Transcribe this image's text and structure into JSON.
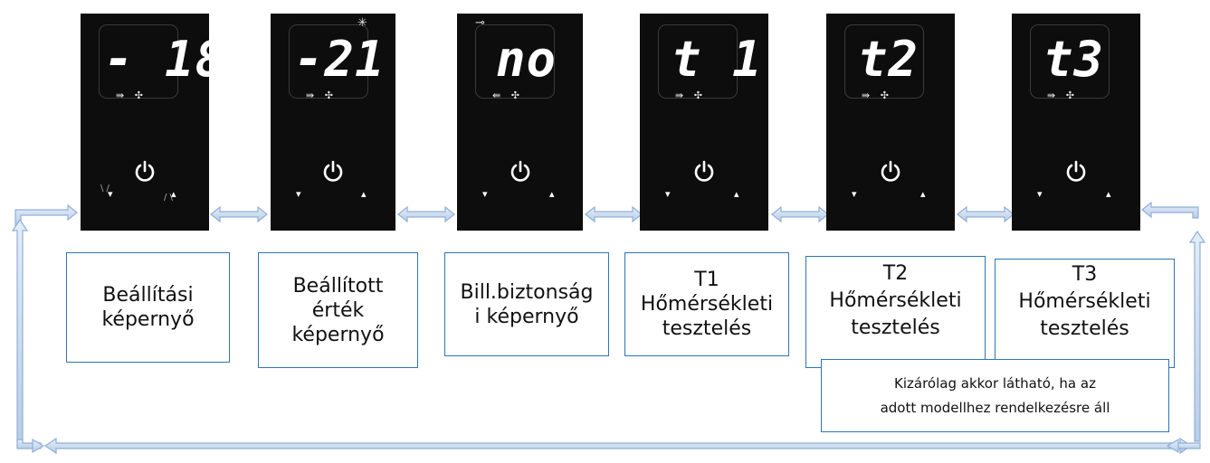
{
  "screens": [
    {
      "display": "- 18",
      "indicators": "⇛ ✣",
      "corner_icon": "",
      "btn_left": "▾",
      "btn_right": "▴",
      "buttons_blinking": true
    },
    {
      "display": "-21",
      "indicators": "⇛ ✣",
      "corner_icon": "✳",
      "btn_left": "▾",
      "btn_right": "▴",
      "buttons_blinking": false
    },
    {
      "display": "no",
      "indicators": "⇚ ✣",
      "corner_icon": "⊸",
      "btn_left": "▾",
      "btn_right": "▴",
      "buttons_blinking": false
    },
    {
      "display": "t 1",
      "indicators": "⇛ ✣",
      "corner_icon": "",
      "btn_left": "▾",
      "btn_right": "▴",
      "buttons_blinking": false
    },
    {
      "display": "t2",
      "indicators": "⇛ ✣",
      "corner_icon": "",
      "btn_left": "▾",
      "btn_right": "▴",
      "buttons_blinking": false
    },
    {
      "display": "t3",
      "indicators": "⇛ ✣",
      "corner_icon": "",
      "btn_left": "▾",
      "btn_right": "▴",
      "buttons_blinking": false
    }
  ],
  "labels": [
    {
      "lines": [
        "Beállítási",
        "képernyő"
      ]
    },
    {
      "lines": [
        "Beállított",
        "érték",
        "képernyő"
      ]
    },
    {
      "lines": [
        "Bill.biztonság",
        "i képernyő"
      ]
    },
    {
      "lines": [
        "T1",
        "Hőmérsékleti",
        "tesztelés"
      ]
    },
    {
      "lines": [
        "T2",
        "Hőmérsékleti",
        "tesztelés"
      ]
    },
    {
      "lines": [
        "T3",
        "Hőmérsékleti",
        "tesztelés"
      ]
    }
  ],
  "note": {
    "lines": [
      "Kizárólag akkor látható, ha az",
      "adott modellhez rendelkezésre áll"
    ]
  },
  "icons": {
    "power": "power-icon",
    "arrow": "double-arrow-icon"
  },
  "colors": {
    "panel": "#0d0d0d",
    "box_border": "#2e75b6",
    "arrow_fill": "#c9d9ef",
    "arrow_stroke": "#8fb0d8"
  }
}
